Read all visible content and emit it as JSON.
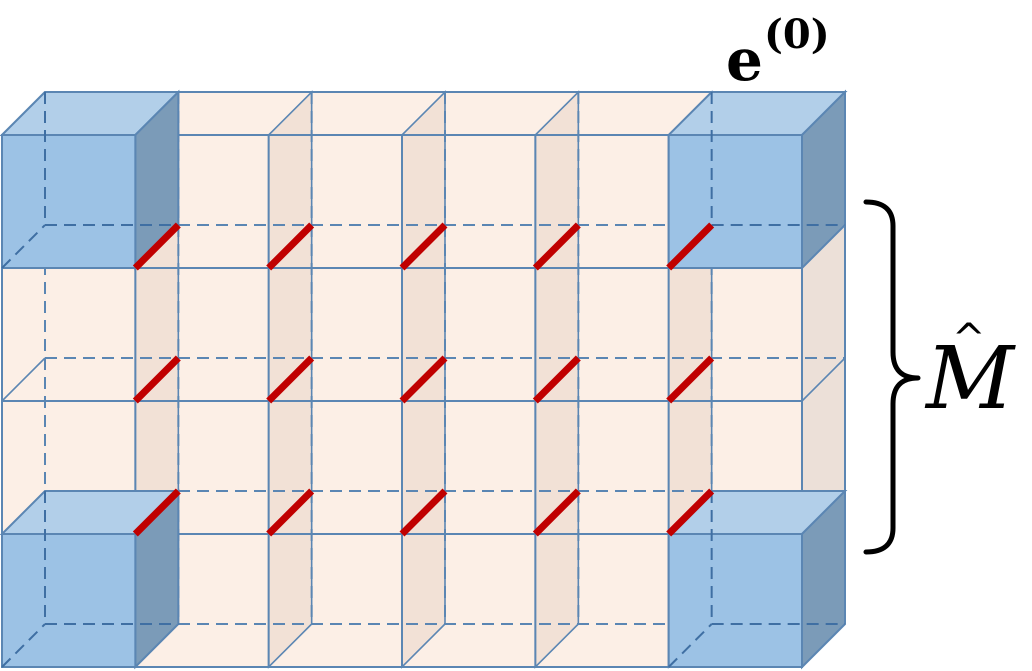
{
  "labels": {
    "top_base": "e",
    "top_superscript": "(0)",
    "brace_label": "M",
    "brace_label_accent": "^"
  },
  "grid": {
    "columns": 6,
    "rows": 4,
    "corner_cells": [
      "top-left",
      "top-right",
      "bottom-left",
      "bottom-right"
    ]
  },
  "colors": {
    "cell_fill": "#fcefe6",
    "cell_side": "#efdcd0",
    "edge": "#5b86b3",
    "corner_front": "#9cc2e5",
    "corner_top": "#b2cfe9",
    "corner_side": "#7b9bb8",
    "marker": "#c00000",
    "brace": "#000000"
  }
}
